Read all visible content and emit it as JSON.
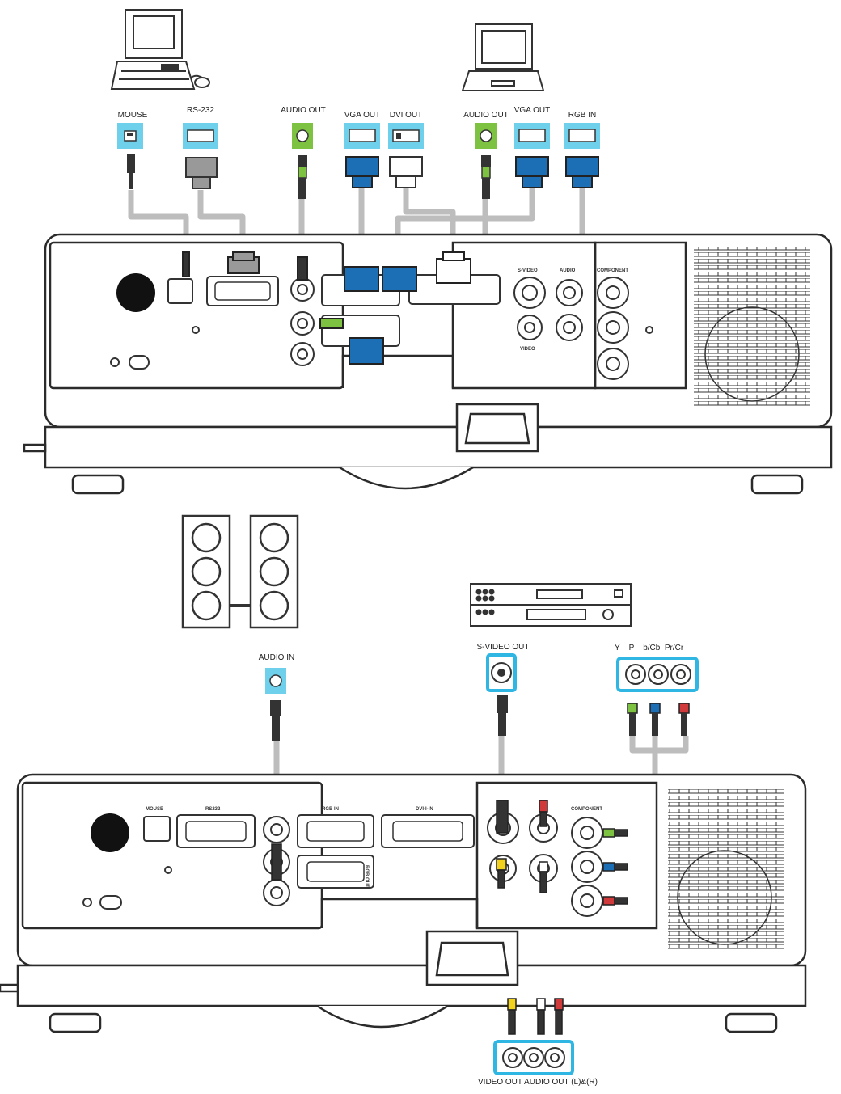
{
  "top_labels": {
    "mouse": "MOUSE",
    "rs232": "RS-232",
    "audio_out_pc": "AUDIO OUT",
    "vga_out_pc": "VGA OUT",
    "dvi_out": "DVI OUT",
    "audio_out_laptop": "AUDIO OUT",
    "vga_out_laptop": "VGA OUT",
    "rgb_in": "RGB IN"
  },
  "bottom_labels": {
    "audio_in": "AUDIO IN",
    "svideo_out": "S-VIDEO OUT",
    "component_header": "Y    P    b/Cb  Pr/Cr",
    "av_out": "VIDEO OUT AUDIO OUT (L)&(R)"
  },
  "panel_labels": {
    "svideo": "S-VIDEO",
    "audio": "AUDIO",
    "component": "COMPONENT",
    "video": "VIDEO",
    "mouse": "MOUSE",
    "rs232": "RS232",
    "rgb_in": "RGB IN",
    "dvi_in": "DVI-I-IN",
    "rgb_out": "RGB OUT"
  },
  "colors": {
    "connector_blue": "#1c6fb5",
    "highlight_cyan": "#6fd0ec",
    "audio_green": "#7ec241",
    "cable_gray": "#bdbdbd",
    "outline": "#2b2b2b"
  }
}
